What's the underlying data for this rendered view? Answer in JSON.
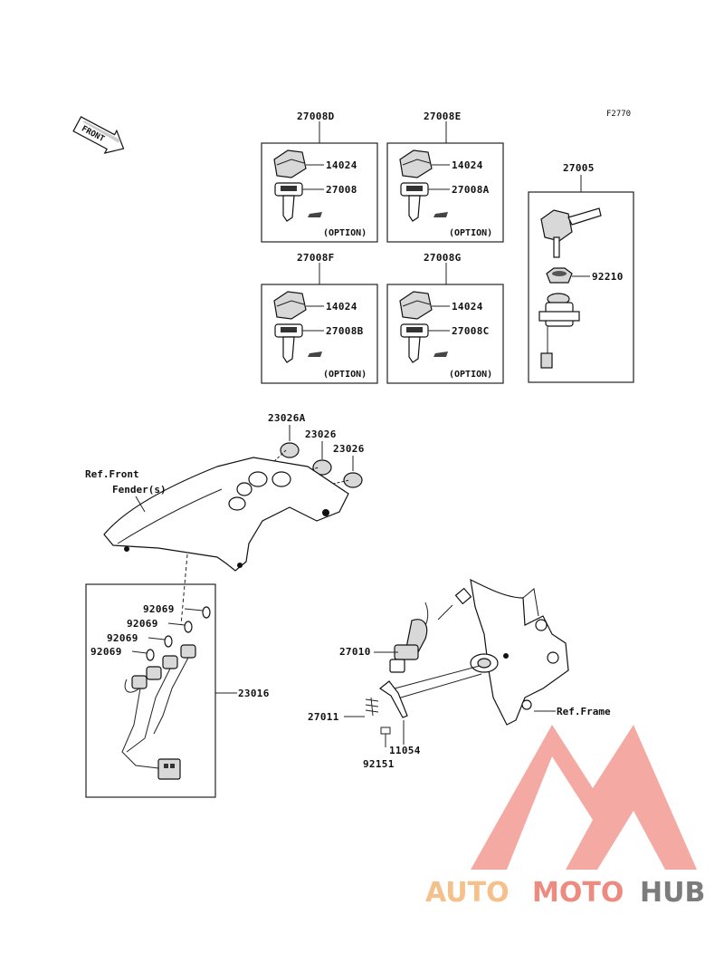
{
  "figure_id": "F2770",
  "front_arrow": "FRONT",
  "kits": [
    {
      "code": "27008D",
      "parts": [
        "14024",
        "27008"
      ],
      "note": "(OPTION)"
    },
    {
      "code": "27008E",
      "parts": [
        "14024",
        "27008A"
      ],
      "note": "(OPTION)"
    },
    {
      "code": "27008F",
      "parts": [
        "14024",
        "27008B"
      ],
      "note": "(OPTION)"
    },
    {
      "code": "27008G",
      "parts": [
        "14024",
        "27008C"
      ],
      "note": "(OPTION)"
    }
  ],
  "switch_kit": {
    "code": "27005",
    "parts": [
      "92210"
    ]
  },
  "caps": [
    "23026A",
    "23026",
    "23026"
  ],
  "ref_front_fender": [
    "Ref.Front",
    "Fender(s)"
  ],
  "harness": {
    "code": "23016",
    "bulbs": [
      "92069",
      "92069",
      "92069",
      "92069"
    ]
  },
  "lock_parts": [
    "27010",
    "27011",
    "11054",
    "92151"
  ],
  "ref_frame": "Ref.Frame",
  "watermark": {
    "part1": "AUTO",
    "part2": "MOTO",
    "part3": "HUB"
  }
}
